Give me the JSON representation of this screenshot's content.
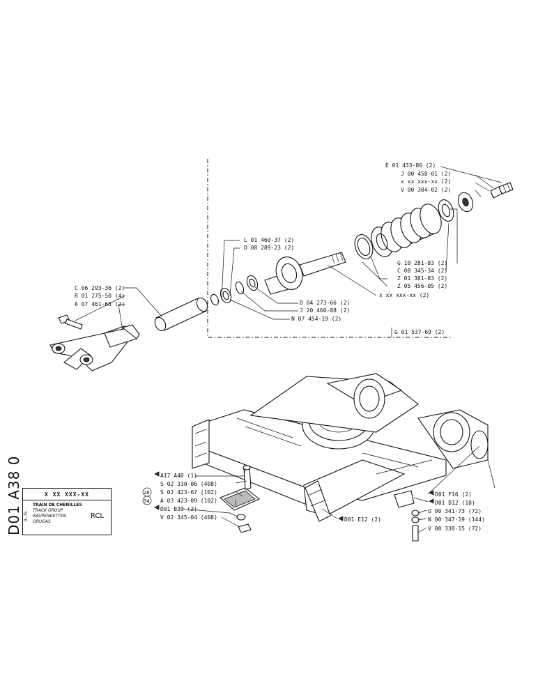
{
  "sheet": {
    "code": "D01 A38 0",
    "date": "9-75",
    "part_code": "X XX XXX-XX",
    "names": [
      "TRAIN DE CHENILLES",
      "TRACK GROUP",
      "RAUPENKETTEN",
      "ORUGAS"
    ],
    "model": "RCL"
  },
  "callouts_top": [
    "E 01 433-86 (2)",
    "J 00 458-01 (2)",
    "x xx xxx-xx (2)",
    "V 00 304-02 (2)",
    "L 01 460-37 (2)",
    "D 08 289-23 (2)",
    "G 10 281-83 (2)",
    "C 08 345-34 (2)",
    "Z 01 381-83 (2)",
    "Z 05 456-05 (2)",
    "x xx xxx-xx (2)",
    "C 06 293-36 (2)",
    "R 01 275-50 (4)",
    "A 07 461-66 (2)",
    "D 04 273-66 (2)",
    "J 20 460-88 (2)",
    "N 07 454-19 (2)",
    "G 01 537-69 (2)"
  ],
  "callouts_bottom": [
    "A17 A40 (1)",
    "S 02 330-06 (408)",
    "S 02 423-67 (102)",
    "A 03 423-09 (102)",
    "D01 B39 (2)",
    "V 02 345-04 (408)",
    "D01 E12 (2)",
    "D01 F16 (2)",
    "D01 D12 (18)",
    "U 00 341-73 (72)",
    "N 00 347-19 (144)",
    "V 08 338-15 (72)"
  ],
  "circled_refs": [
    "28",
    "34"
  ]
}
